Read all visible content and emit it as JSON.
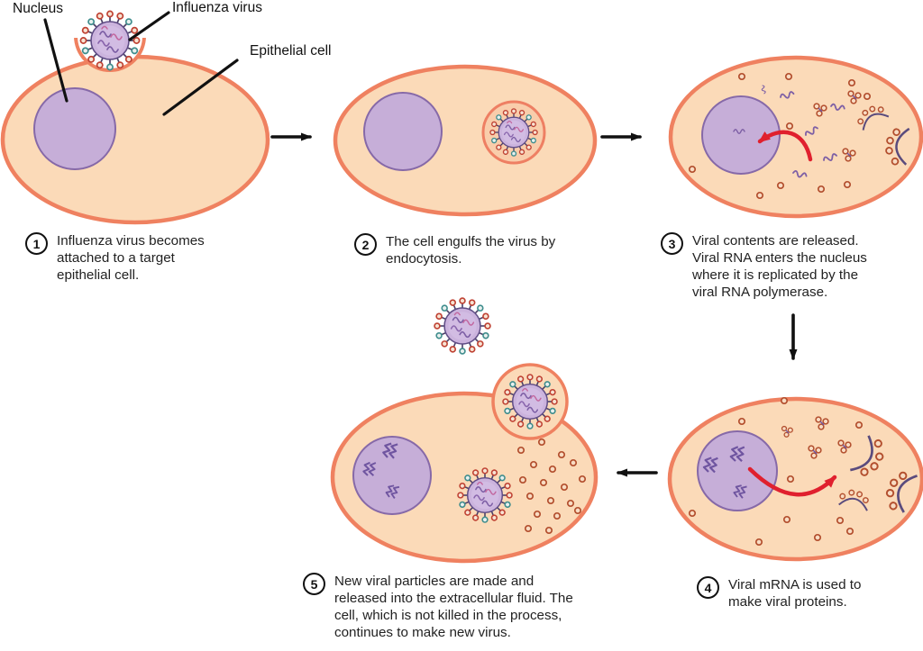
{
  "figure": {
    "subject": "Influenza virus infection cycle diagram"
  },
  "labels": {
    "nucleus": "Nucleus",
    "influenza_virus": "Influenza virus",
    "epithelial_cell": "Epithelial cell"
  },
  "steps": [
    {
      "number": "1",
      "text": "Influenza virus becomes attached to a target epithelial cell."
    },
    {
      "number": "2",
      "text": "The cell engulfs the virus by endocytosis."
    },
    {
      "number": "3",
      "text": "Viral contents are released. Viral RNA enters the nucleus where it is replicated by the viral RNA polymerase."
    },
    {
      "number": "4",
      "text": "Viral mRNA is used to make viral proteins."
    },
    {
      "number": "5",
      "text": "New viral particles are made and released into the extracellular fluid. The cell, which is not killed in the process, continues to make new virus."
    }
  ],
  "colors": {
    "cell_fill": "#fbdab8",
    "cell_border": "#ef8160",
    "nucleus_fill": "#c6aed8",
    "nucleus_border": "#8669a8",
    "virus_core_fill": "#cbb3dd",
    "virus_core_border": "#5f4c85",
    "spike_tip_red": "#bf4233",
    "spike_tip_teal": "#3f8d8d",
    "rna_purple": "#7d5fa5",
    "red_arrow": "#e0202e",
    "black_arrow": "#111111"
  }
}
